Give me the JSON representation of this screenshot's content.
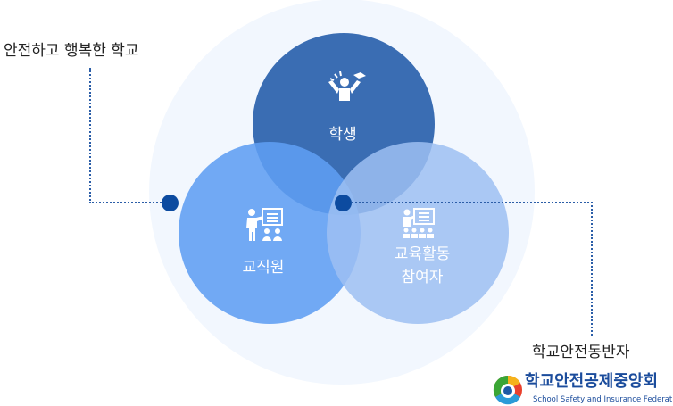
{
  "left_caption": "안전하고 행복한 학교",
  "right_caption": "학교안전동반자",
  "circles": {
    "student": "학생",
    "staff": "교직원",
    "participant_line1": "교육활동",
    "participant_line2": "참여자"
  },
  "logo": {
    "name": "학교안전공제중앙회",
    "subtitle": "School Safety and Insurance Federation"
  },
  "colors": {
    "dark": "#3a6db3",
    "mid": "#5f9ef3",
    "light": "#9dbff2",
    "dot": "#0c4ba0"
  }
}
